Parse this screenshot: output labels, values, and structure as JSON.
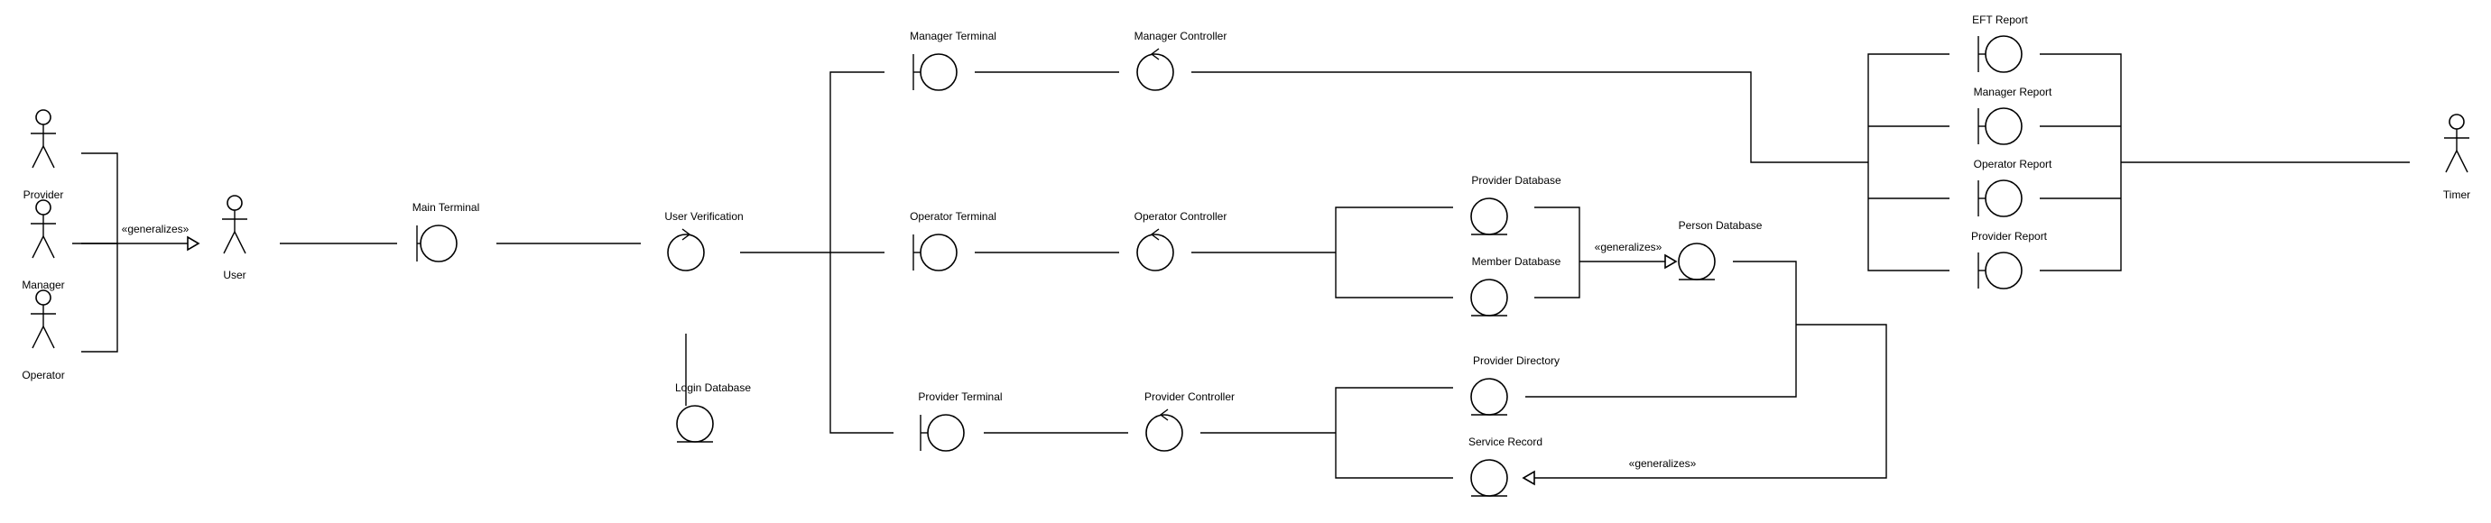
{
  "diagram": {
    "actors": {
      "provider": "Provider",
      "manager": "Manager",
      "operator": "Operator",
      "user": "User",
      "timer": "Timer"
    },
    "boundaries": {
      "main_terminal": "Main Terminal",
      "manager_terminal": "Manager Terminal",
      "operator_terminal": "Operator Terminal",
      "provider_terminal": "Provider Terminal",
      "eft_report": "EFT Report",
      "manager_report": "Manager Report",
      "operator_report": "Operator Report",
      "provider_report": "Provider Report"
    },
    "controls": {
      "user_verification": "User Verification",
      "manager_controller": "Manager Controller",
      "operator_controller": "Operator Controller",
      "provider_controller": "Provider Controller"
    },
    "entities": {
      "login_database": "Login Database",
      "provider_database": "Provider Database",
      "member_database": "Member Database",
      "person_database": "Person Database",
      "provider_directory": "Provider Directory",
      "service_record": "Service Record"
    },
    "stereotypes": {
      "actors_generalize": "«generalizes»",
      "databases_generalize": "«generalizes»",
      "records_generalize": "«generalizes»"
    },
    "colors": {
      "stroke": "#000000",
      "background": "#ffffff"
    }
  }
}
